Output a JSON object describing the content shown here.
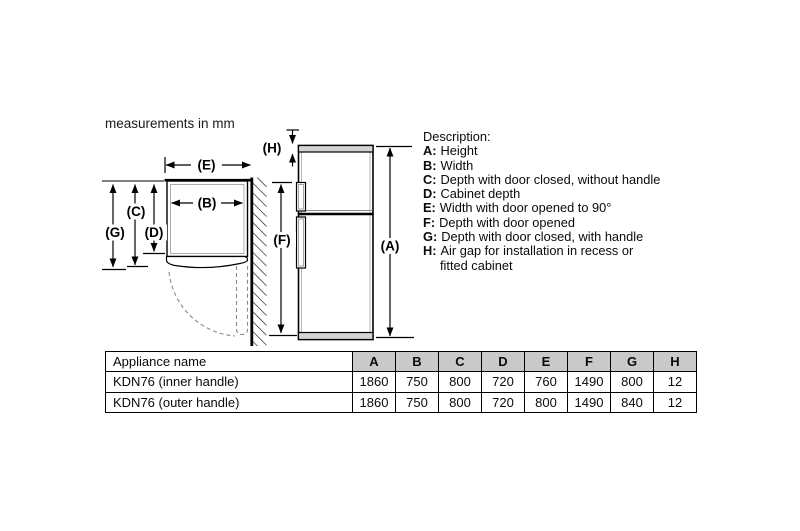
{
  "note": "measurements in mm",
  "colors": {
    "table_header_bg": "#c9c9c9",
    "appliance_band_gray": "#d3d3d3",
    "line_black": "#000000",
    "dashed_gray": "#8a8a8a"
  },
  "diagram": {
    "labels": {
      "A": "(A)",
      "B": "(B)",
      "C": "(C)",
      "D": "(D)",
      "E": "(E)",
      "F": "(F)",
      "G": "(G)",
      "H": "(H)"
    }
  },
  "description": {
    "title": "Description:",
    "items": [
      {
        "label": "A:",
        "text": "Height"
      },
      {
        "label": "B:",
        "text": "Width"
      },
      {
        "label": "C:",
        "text": "Depth with door closed, without handle"
      },
      {
        "label": "D:",
        "text": "Cabinet depth"
      },
      {
        "label": "E:",
        "text": "Width with door opened to 90°"
      },
      {
        "label": "F:",
        "text": "Depth with door opened"
      },
      {
        "label": "G:",
        "text": "Depth with door closed, with handle"
      },
      {
        "label": "H:",
        "text": "Air gap for installation in recess or"
      }
    ],
    "continuation": "fitted cabinet"
  },
  "table": {
    "name_header": "Appliance name",
    "columns": [
      "A",
      "B",
      "C",
      "D",
      "E",
      "F",
      "G",
      "H"
    ],
    "rows": [
      {
        "name": "KDN76 (inner handle)",
        "values": [
          "1860",
          "750",
          "800",
          "720",
          "760",
          "1490",
          "800",
          "12"
        ]
      },
      {
        "name": "KDN76 (outer handle)",
        "values": [
          "1860",
          "750",
          "800",
          "720",
          "800",
          "1490",
          "840",
          "12"
        ]
      }
    ]
  }
}
